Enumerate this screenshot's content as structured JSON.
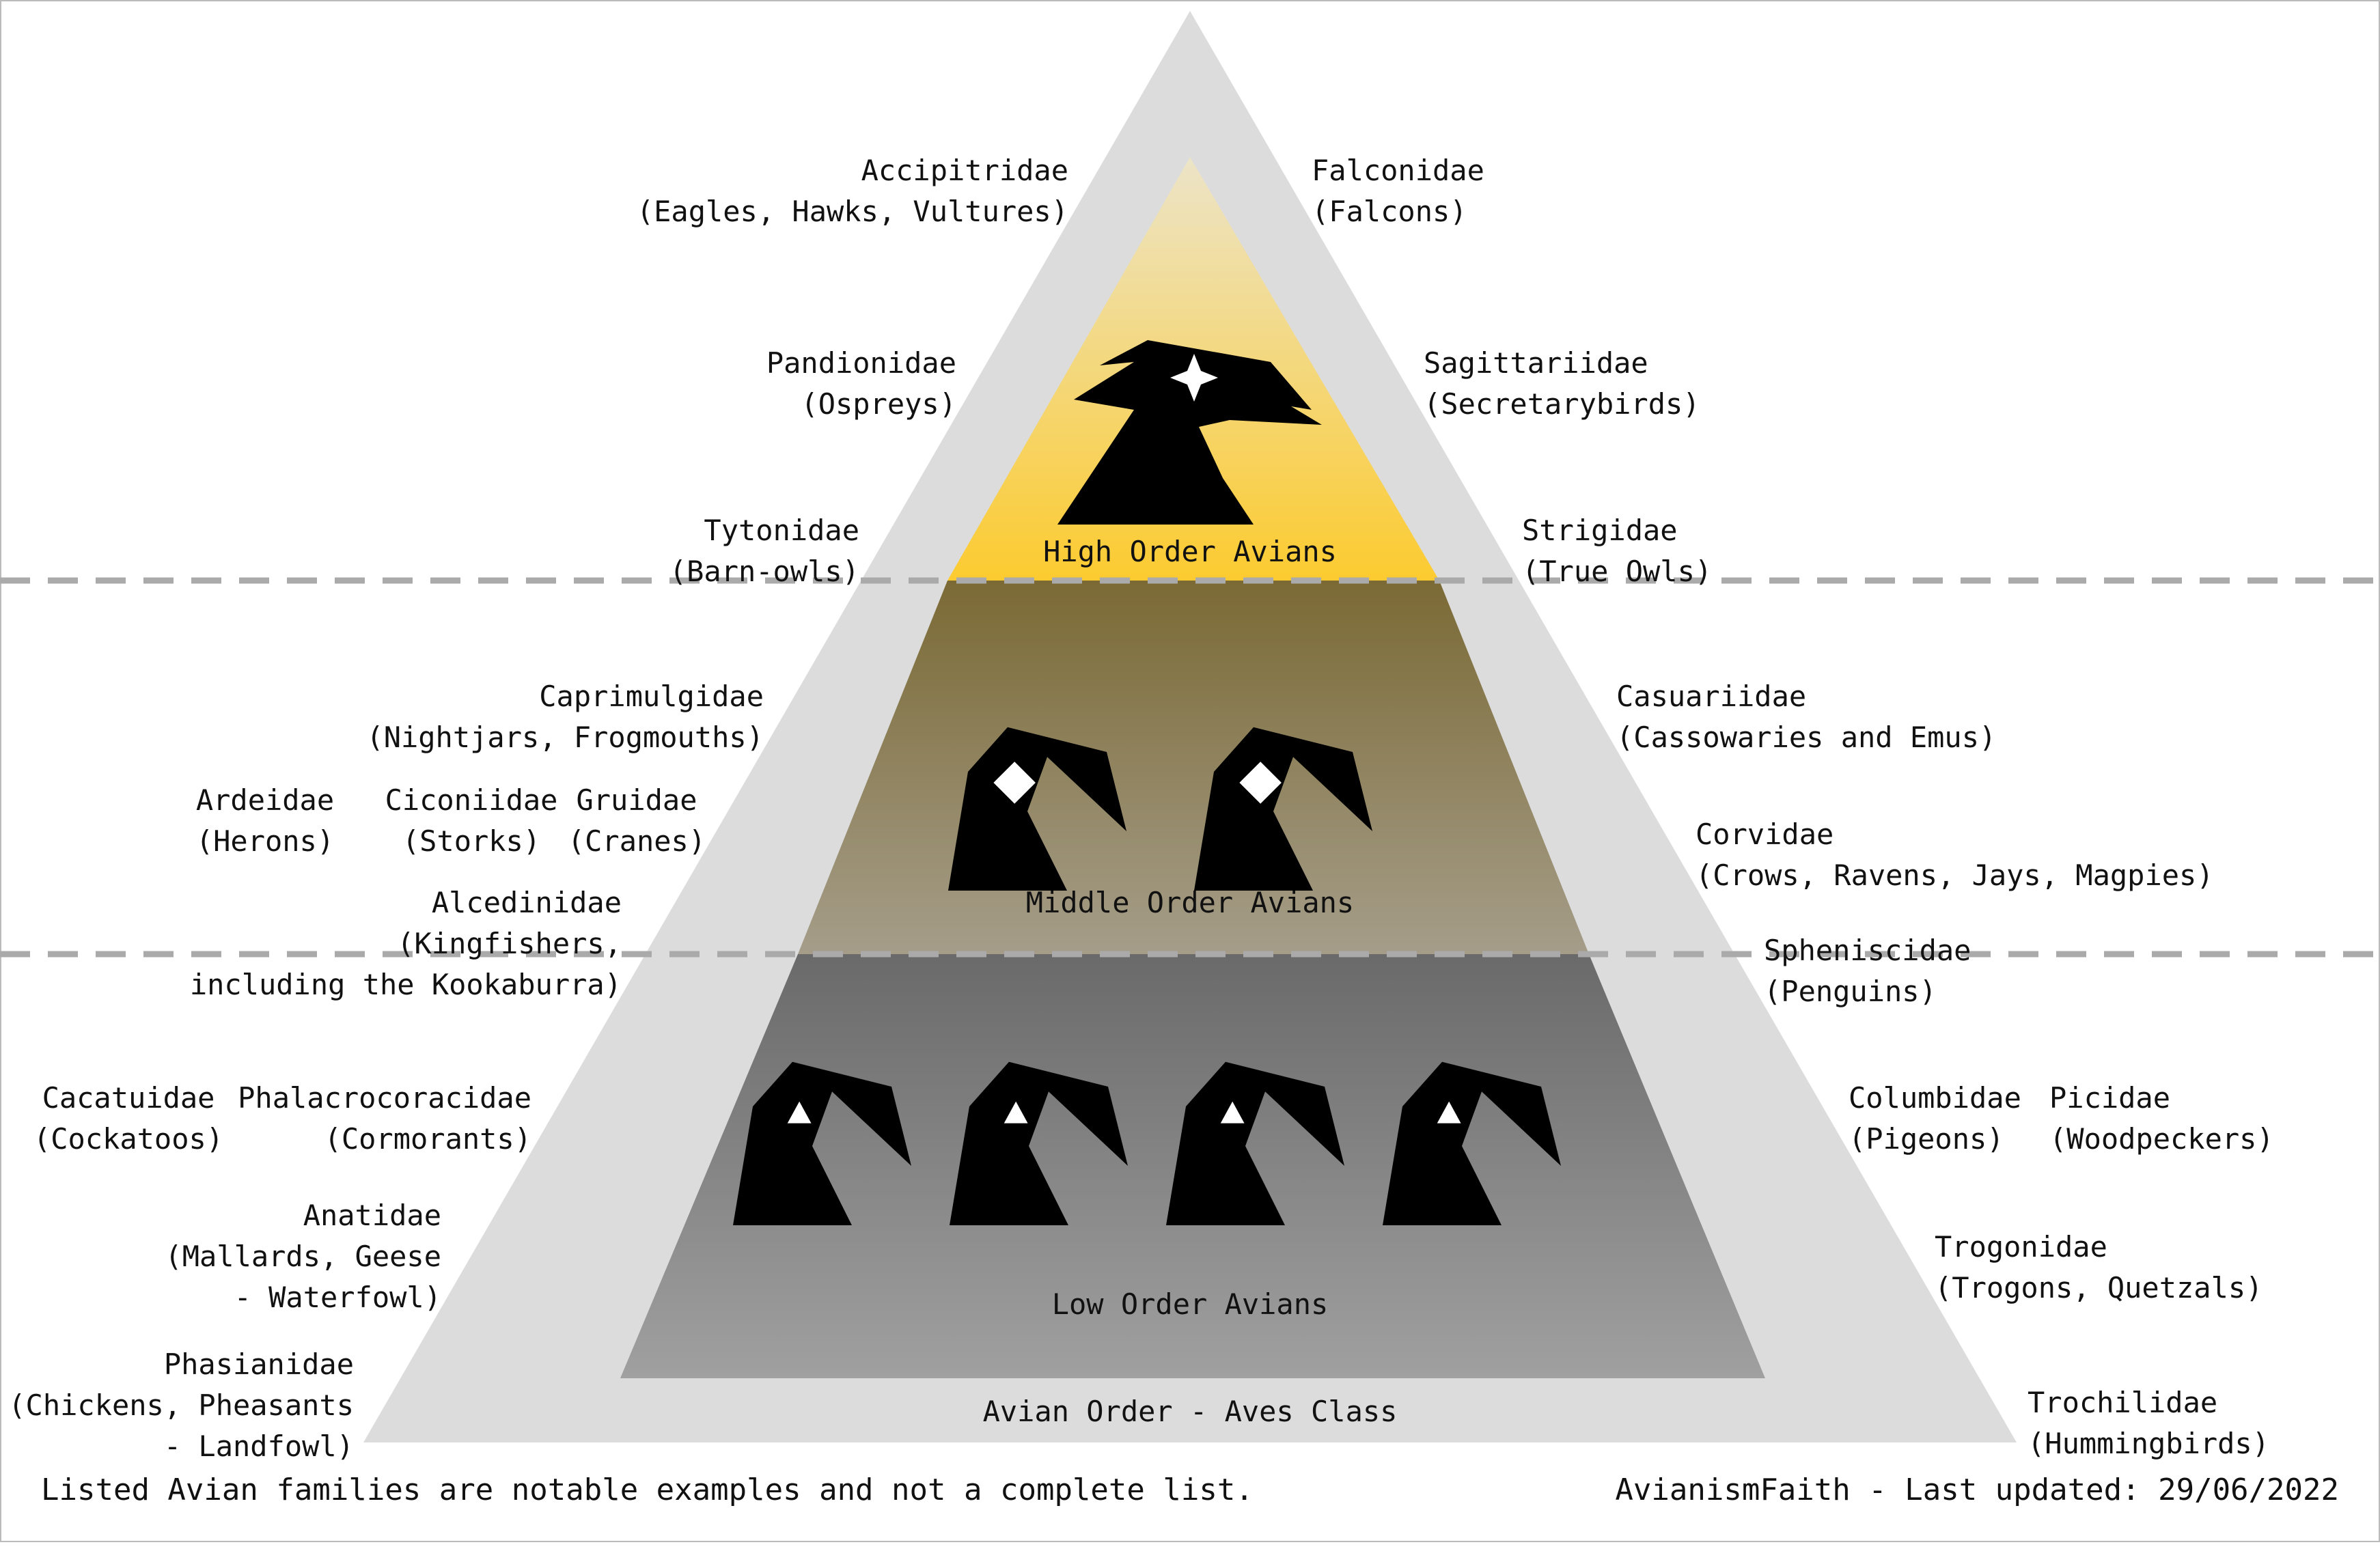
{
  "tiers": {
    "high": {
      "label": "High Order Avians"
    },
    "middle": {
      "label": "Middle Order Avians"
    },
    "low": {
      "label": "Low Order Avians"
    },
    "base": {
      "label": "Avian Order - Aves Class"
    }
  },
  "families": {
    "accipitridae": {
      "name": "Accipitridae",
      "desc": "(Eagles, Hawks, Vultures)"
    },
    "falconidae": {
      "name": "Falconidae",
      "desc": "(Falcons)"
    },
    "pandionidae": {
      "name": "Pandionidae",
      "desc": "(Ospreys)"
    },
    "sagittariidae": {
      "name": "Sagittariidae",
      "desc": "(Secretarybirds)"
    },
    "tytonidae": {
      "name": "Tytonidae",
      "desc": "(Barn-owls)"
    },
    "strigidae": {
      "name": "Strigidae",
      "desc": "(True Owls)"
    },
    "caprimulgidae": {
      "name": "Caprimulgidae",
      "desc": "(Nightjars, Frogmouths)"
    },
    "casuariidae": {
      "name": "Casuariidae",
      "desc": "(Cassowaries and Emus)"
    },
    "ardeidae": {
      "name": "Ardeidae",
      "desc": "(Herons)"
    },
    "ciconiidae": {
      "name": "Ciconiidae",
      "desc": "(Storks)"
    },
    "gruidae": {
      "name": "Gruidae",
      "desc": "(Cranes)"
    },
    "corvidae": {
      "name": "Corvidae",
      "desc": "(Crows, Ravens, Jays, Magpies)"
    },
    "alcedinidae": {
      "name": "Alcedinidae",
      "desc1": "(Kingfishers,",
      "desc2": "including the Kookaburra)"
    },
    "spheniscidae": {
      "name": "Spheniscidae",
      "desc": "(Penguins)"
    },
    "cacatuidae": {
      "name": "Cacatuidae",
      "desc": "(Cockatoos)"
    },
    "phalacrocoracidae": {
      "name": "Phalacrocoracidae",
      "desc": "(Cormorants)"
    },
    "columbidae": {
      "name": "Columbidae",
      "desc": "(Pigeons)"
    },
    "picidae": {
      "name": "Picidae",
      "desc": "(Woodpeckers)"
    },
    "anatidae": {
      "name": "Anatidae",
      "desc1": "(Mallards, Geese",
      "desc2": "- Waterfowl)"
    },
    "trogonidae": {
      "name": "Trogonidae",
      "desc": "(Trogons, Quetzals)"
    },
    "phasianidae": {
      "name": "Phasianidae",
      "desc1": "(Chickens, Pheasants",
      "desc2": "- Landfowl)"
    },
    "trochilidae": {
      "name": "Trochilidae",
      "desc": "(Hummingbirds)"
    }
  },
  "footer": {
    "note": "Listed Avian families are notable examples and not a complete list.",
    "credit": "AvianismFaith - Last updated: 29/06/2022"
  },
  "colors": {
    "outer_triangle": "#dcdcdc",
    "high_top": "#ece4c8",
    "high_bottom": "#fccb30",
    "middle_top": "#7b6a35",
    "middle_bottom": "#a59d89",
    "low_top": "#6a6a6a",
    "low_bottom": "#a0a0a0",
    "divider": "#aaaaaa",
    "bird": "#000000"
  },
  "icons": {
    "high": "crested-bird-head-icon",
    "middle": "bird-head-icon",
    "low": "small-bird-head-icon",
    "high_mark": "four-point-star-icon",
    "middle_mark": "diamond-icon",
    "low_mark": "triangle-icon"
  }
}
